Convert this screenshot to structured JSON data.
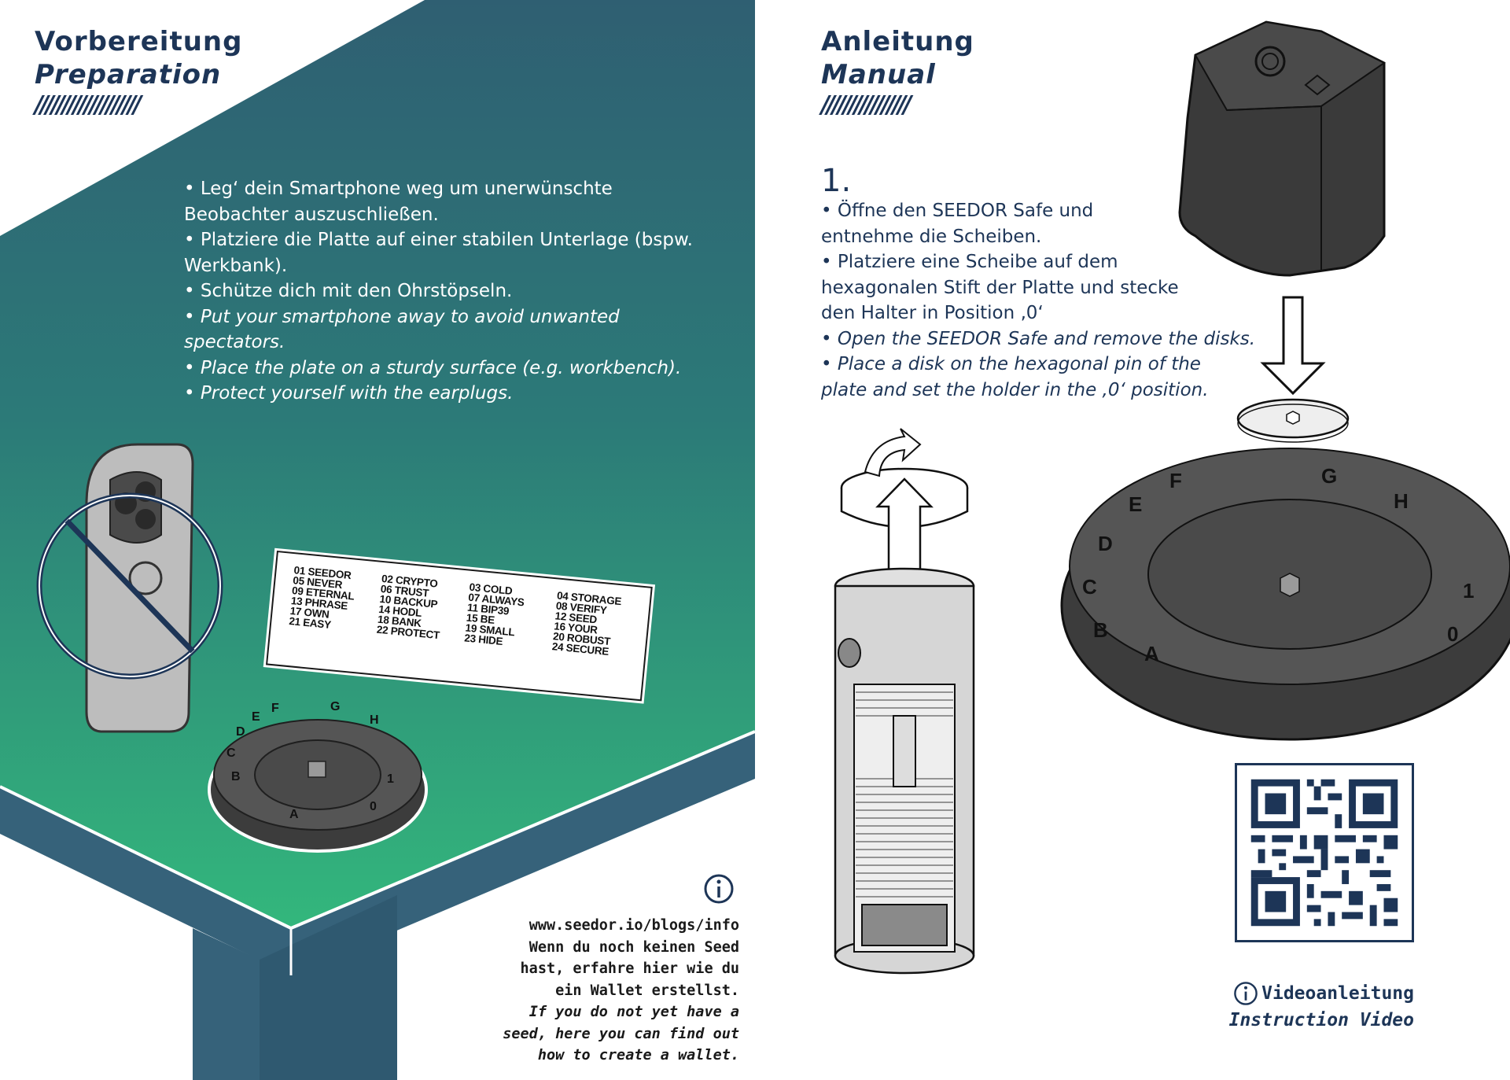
{
  "left_page": {
    "title_de": "Vorbereitung",
    "title_en": "Preparation",
    "rule": "///////////////////",
    "bullets_de": [
      "• Leg‘ dein Smartphone weg um unerwünschte",
      "Beobachter auszuschließen.",
      "• Platziere die Platte auf einer stabilen Unterlage (bspw.",
      "Werkbank).",
      "• Schütze dich mit den Ohrstöpseln."
    ],
    "bullets_en": [
      "• Put your smartphone away to avoid unwanted",
      "spectators.",
      "• Place the plate on a sturdy surface (e.g. workbench).",
      "• Protect yourself with the earplugs."
    ],
    "word_columns": [
      [
        "01 SEEDOR",
        "05 NEVER",
        "09 ETERNAL",
        "13 PHRASE",
        "17 OWN",
        "21 EASY"
      ],
      [
        "02 CRYPTO",
        "06 TRUST",
        "10 BACKUP",
        "14 HODL",
        "18 BANK",
        "22 PROTECT"
      ],
      [
        "03 COLD",
        "07 ALWAYS",
        "11 BIP39",
        "15 BE",
        "19 SMALL",
        "23 HIDE"
      ],
      [
        "04 STORAGE",
        "08 VERIFY",
        "12 SEED",
        "16 YOUR",
        "20 ROBUST",
        "24 SECURE"
      ]
    ],
    "plate_letters": [
      "A",
      "B",
      "C",
      "D",
      "E",
      "F",
      "G",
      "H",
      "0",
      "1"
    ],
    "info": {
      "url": "www.seedor.io/blogs/info",
      "de": [
        "Wenn du noch keinen Seed",
        "hast, erfahre hier wie du",
        "ein Wallet erstellst."
      ],
      "en": [
        "If you do not yet have a",
        "seed, here you can find out",
        "how to create a wallet."
      ]
    }
  },
  "right_page": {
    "title_de": "Anleitung",
    "title_en": "Manual",
    "rule": "////////////////",
    "step_number": "1.",
    "step_de": [
      "• Öffne den SEEDOR Safe und",
      "entnehme die Scheiben.",
      "• Platziere eine Scheibe auf dem",
      "hexagonalen Stift der Platte und stecke",
      "den Halter in Position ‚0‘"
    ],
    "step_en": [
      "• Open the SEEDOR Safe and remove the disks.",
      "• Place a disk on the hexagonal pin of the",
      "plate and set the holder in the ‚0‘ position."
    ],
    "video_de": "Videoanleitung",
    "video_en": "Instruction Video"
  },
  "colors": {
    "navy": "#1d3557",
    "table_top_dark": "#2e5a6e",
    "table_top_light": "#2fb07a",
    "table_side": "#335f76",
    "device_dark": "#3a3a3a",
    "device_light": "#d8d8d8"
  },
  "icons": [
    "no-phone-icon",
    "info-icon",
    "qr-code",
    "arrow-down-icon",
    "rotate-arrows-icon"
  ]
}
